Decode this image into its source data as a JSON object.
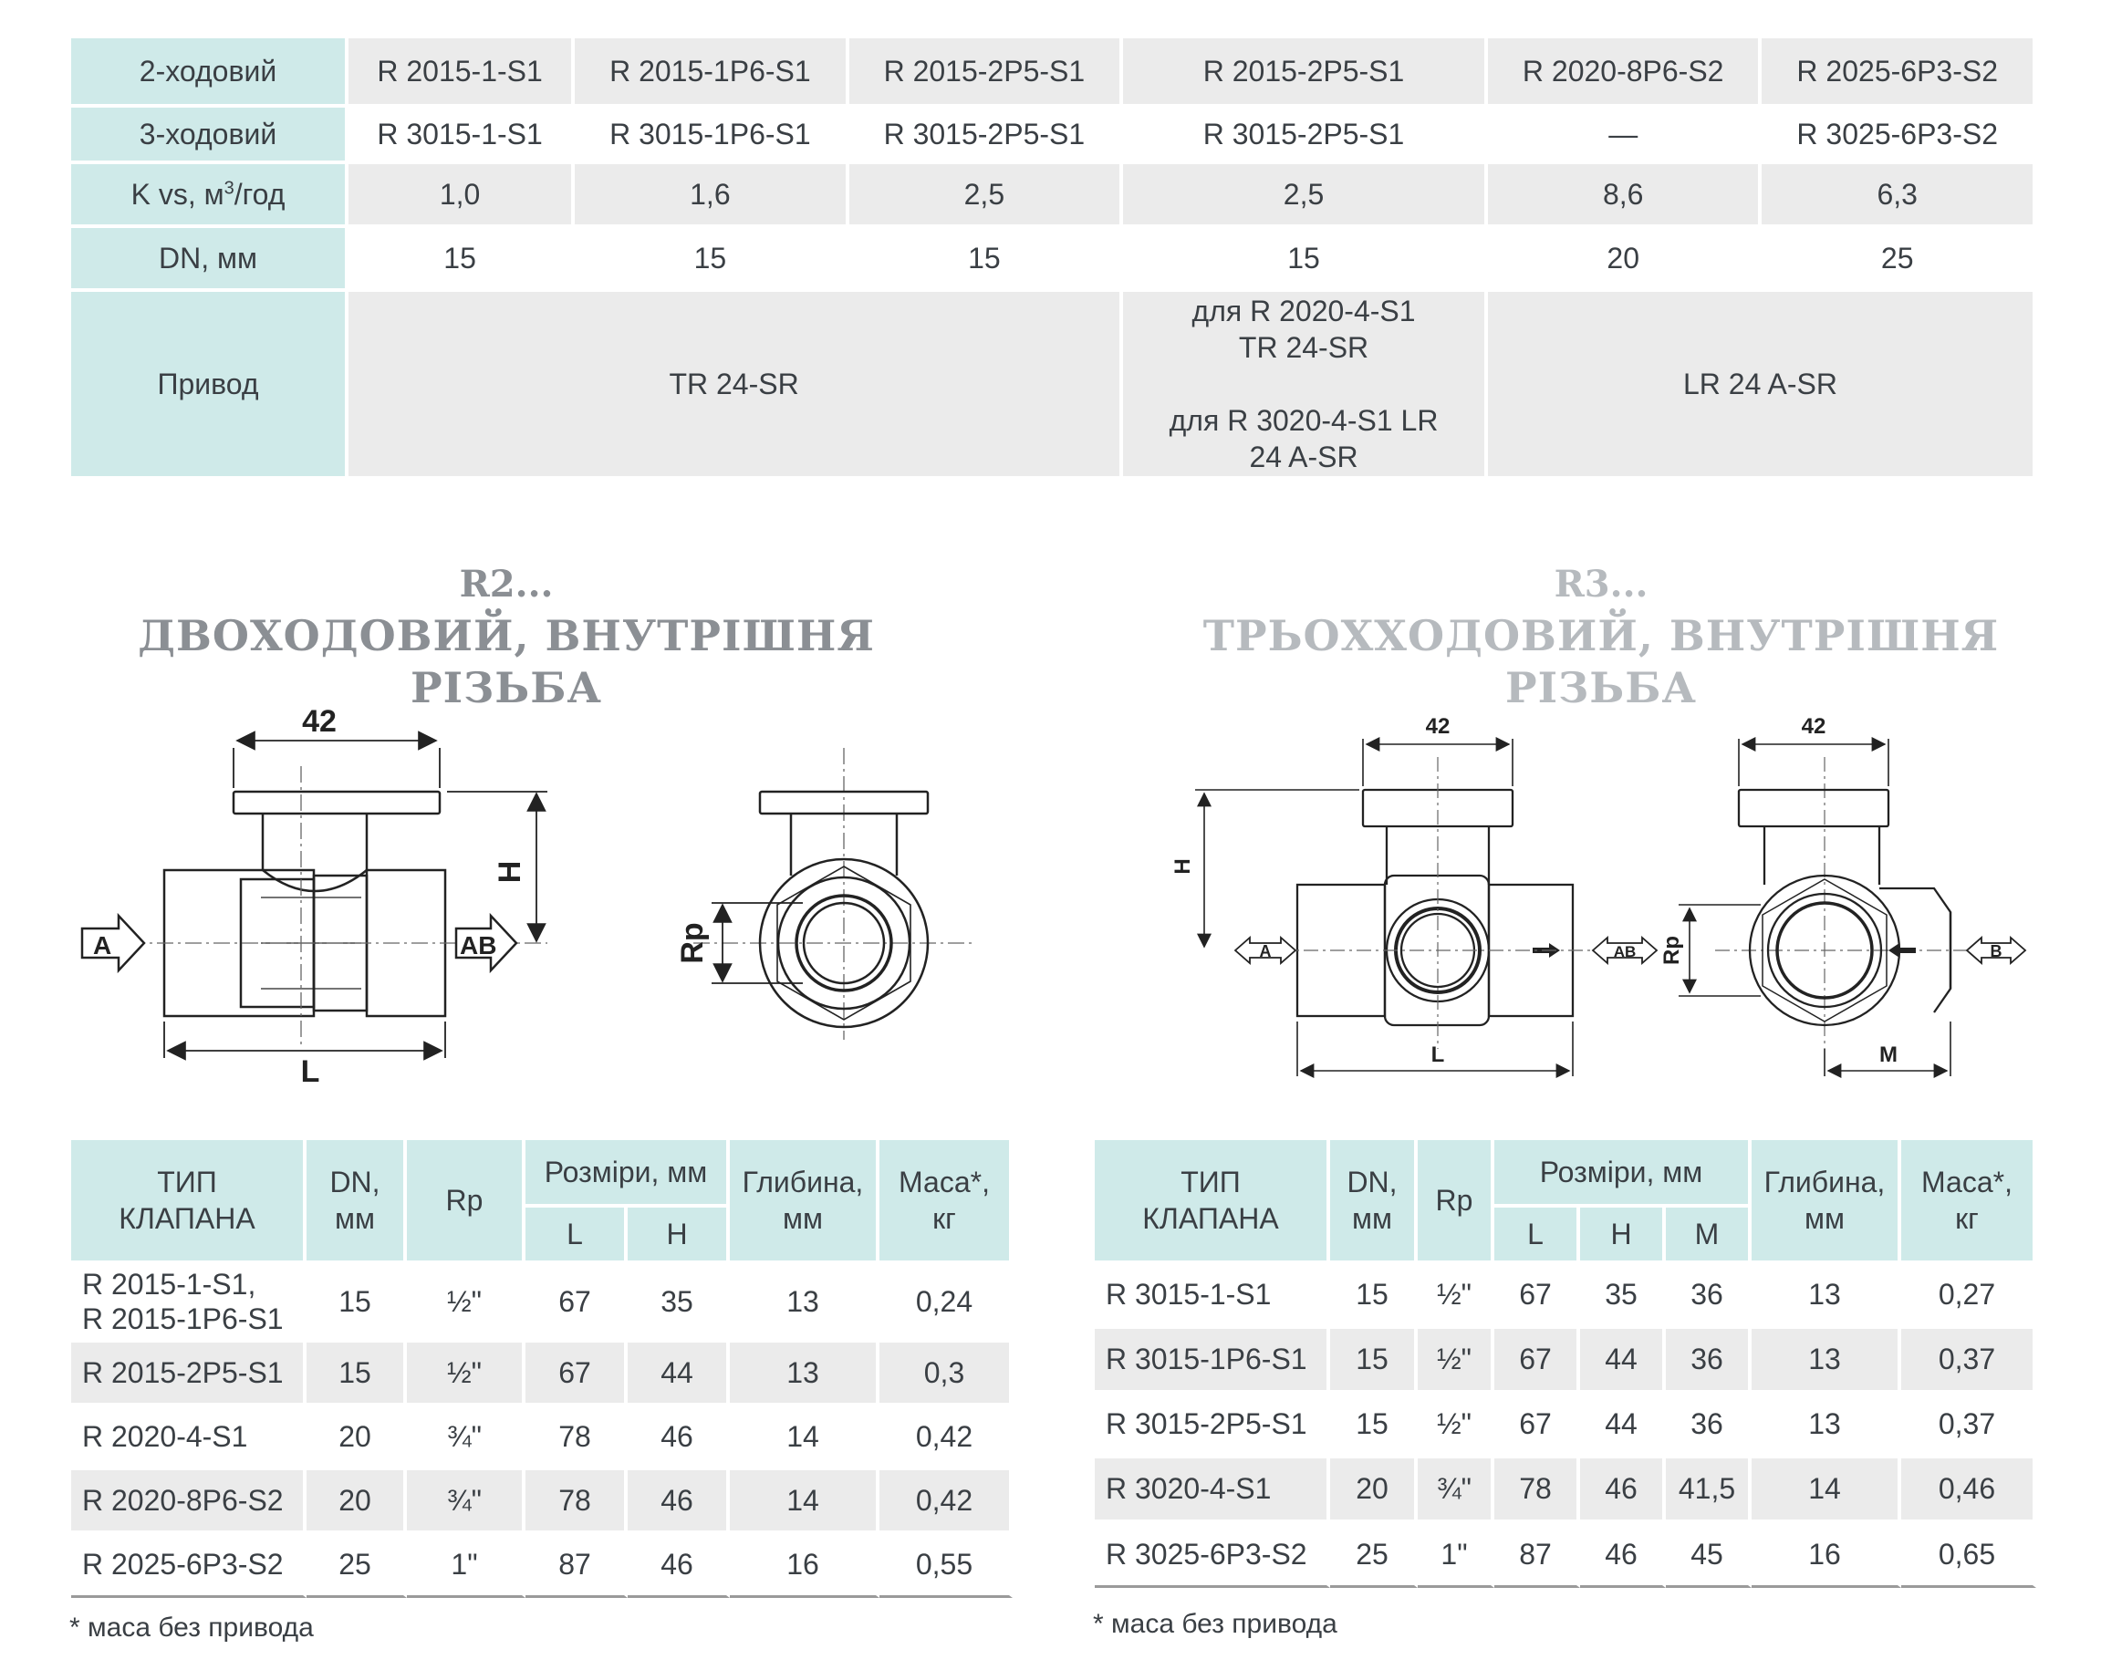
{
  "specs": {
    "row_2way": {
      "label": "2-ходовий",
      "values": [
        "R 2015-1-S1",
        "R 2015-1P6-S1",
        "R 2015-2P5-S1",
        "R 2015-2P5-S1",
        "R 2020-8P6-S2",
        "R 2025-6P3-S2"
      ]
    },
    "row_3way": {
      "label": "3-ходовий",
      "values": [
        "R 3015-1-S1",
        "R 3015-1P6-S1",
        "R 3015-2P5-S1",
        "R 3015-2P5-S1",
        "—",
        "R 3025-6P3-S2"
      ]
    },
    "row_kvs": {
      "label_prefix": "K vs, м",
      "label_sup": "3",
      "label_suffix": "/год",
      "values": [
        "1,0",
        "1,6",
        "2,5",
        "2,5",
        "8,6",
        "6,3"
      ]
    },
    "row_dn": {
      "label": "DN, мм",
      "values": [
        "15",
        "15",
        "15",
        "15",
        "20",
        "25"
      ]
    },
    "row_drive": {
      "label": "Привод",
      "group1": "TR 24-SR",
      "group2_line1": "для R 2020-4-S1",
      "group2_line2": "TR 24-SR",
      "group2_line3": "для R 3020-4-S1 LR",
      "group2_line4": "24 A-SR",
      "group3": "LR 24 A-SR"
    }
  },
  "left_section": {
    "code": "R2...",
    "title": "ДВОХОДОВИЙ, ВНУТРІШНЯ РІЗЬБА",
    "drawing": {
      "dim_top": "42",
      "dim_h": "H",
      "dim_l": "L",
      "dim_rp": "Rp",
      "port_in": "A",
      "port_out": "AB"
    },
    "table": {
      "h_type_1": "ТИП",
      "h_type_2": "КЛАПАНА",
      "h_dn_1": "DN,",
      "h_dn_2": "мм",
      "h_rp": "Rp",
      "h_sizes": "Розміри, мм",
      "h_l": "L",
      "h_h": "H",
      "h_depth_1": "Глибина,",
      "h_depth_2": "мм",
      "h_mass_1": "Маса*,",
      "h_mass_2": "кг",
      "rows": [
        {
          "name_1": "R 2015-1-S1,",
          "name_2": "R 2015-1P6-S1",
          "dn": "15",
          "rp": "½\"",
          "l": "67",
          "h": "35",
          "depth": "13",
          "mass": "0,24"
        },
        {
          "name_1": "R 2015-2P5-S1",
          "name_2": "",
          "dn": "15",
          "rp": "½\"",
          "l": "67",
          "h": "44",
          "depth": "13",
          "mass": "0,3"
        },
        {
          "name_1": "R 2020-4-S1",
          "name_2": "",
          "dn": "20",
          "rp": "¾\"",
          "l": "78",
          "h": "46",
          "depth": "14",
          "mass": "0,42"
        },
        {
          "name_1": "R 2020-8P6-S2",
          "name_2": "",
          "dn": "20",
          "rp": "¾\"",
          "l": "78",
          "h": "46",
          "depth": "14",
          "mass": "0,42"
        },
        {
          "name_1": "R 2025-6P3-S2",
          "name_2": "",
          "dn": "25",
          "rp": "1\"",
          "l": "87",
          "h": "46",
          "depth": "16",
          "mass": "0,55"
        }
      ]
    },
    "note": "* маса без привода"
  },
  "right_section": {
    "code": "R3...",
    "title": "ТРЬОХХОДОВИЙ, ВНУТРІШНЯ РІЗЬБА",
    "drawing": {
      "dim_top_a": "42",
      "dim_top_b": "42",
      "dim_h": "H",
      "dim_l": "L",
      "dim_m": "M",
      "dim_rp": "Rp",
      "port_a": "A",
      "port_ab": "AB",
      "port_b": "B"
    },
    "table": {
      "h_type_1": "ТИП",
      "h_type_2": "КЛАПАНА",
      "h_dn_1": "DN,",
      "h_dn_2": "мм",
      "h_rp": "Rp",
      "h_sizes": "Розміри, мм",
      "h_l": "L",
      "h_h": "H",
      "h_m": "M",
      "h_depth_1": "Глибина,",
      "h_depth_2": "мм",
      "h_mass_1": "Маса*,",
      "h_mass_2": "кг",
      "rows": [
        {
          "name": "R 3015-1-S1",
          "dn": "15",
          "rp": "½\"",
          "l": "67",
          "h": "35",
          "m": "36",
          "depth": "13",
          "mass": "0,27"
        },
        {
          "name": "R 3015-1P6-S1",
          "dn": "15",
          "rp": "½\"",
          "l": "67",
          "h": "44",
          "m": "36",
          "depth": "13",
          "mass": "0,37"
        },
        {
          "name": "R 3015-2P5-S1",
          "dn": "15",
          "rp": "½\"",
          "l": "67",
          "h": "44",
          "m": "36",
          "depth": "13",
          "mass": "0,37"
        },
        {
          "name": "R 3020-4-S1",
          "dn": "20",
          "rp": "¾\"",
          "l": "78",
          "h": "46",
          "m": "41,5",
          "depth": "14",
          "mass": "0,46"
        },
        {
          "name": "R 3025-6P3-S2",
          "dn": "25",
          "rp": "1\"",
          "l": "87",
          "h": "46",
          "m": "45",
          "depth": "16",
          "mass": "0,65"
        }
      ]
    },
    "note": "* маса без привода"
  }
}
